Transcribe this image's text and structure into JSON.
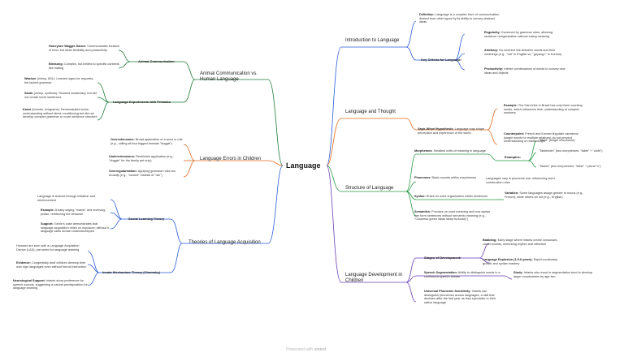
{
  "root": "Language",
  "footer": {
    "prefix": "Presented with",
    "brand": "xmind"
  },
  "colors": {
    "blue": "#2a5bd7",
    "orange": "#e06b1f",
    "green": "#2a9a46",
    "purple": "#6a3fb5",
    "dark_green": "#1f7a3a"
  },
  "branches": {
    "intro": {
      "title": "Introduction to Language",
      "definition": {
        "label": "Definition:",
        "text": "Language is a complex form of communication distinct from other types by its ability to convey abstract ideas"
      },
      "criteria": {
        "title": "Key Criteria for Language:",
        "regularity": {
          "label": "Regularity:",
          "text": "Governed by grammar rules, allowing sentence reorganization without losing meaning"
        },
        "arbitrary": {
          "label": "Arbitrary:",
          "text": "No inherent link between words and their meanings (e.g., \"cat\" in English vs. \"goyang-i\" in Korean)"
        },
        "productivity": {
          "label": "Productivity:",
          "text": "Infinite combinations of words to convey new ideas and objects"
        }
      }
    },
    "thought": {
      "title": "Language and Thought",
      "hypothesis": {
        "label": "Sapir-Whorf Hypothesis:",
        "text": "Language may shape perception and experience of the world"
      },
      "example": {
        "label": "Example:",
        "text": "The Dani tribe in Brazil has only three counting words, which influences their understanding of complex numbers"
      },
      "counterpoint": {
        "label": "Counterpoint:",
        "text": "French and Korean linguistic variations (single words for multiple relatives) do not prevent understanding of relationships"
      }
    },
    "structure": {
      "title": "Structure of Language",
      "morphemes": {
        "label": "Morphemes:",
        "text": "Smallest units of meaning in language"
      },
      "examples_title": "Examples:",
      "examples": [
        "\"Table\" (single morpheme)",
        "\"Tablecloth\" (two morphemes: \"table\" + \"cloth\")",
        "\"Tables\" (two morphemes: \"table\" + plural \"s\")"
      ],
      "phonemes": {
        "label": "Phonemes:",
        "text": "Basic sounds within morphemes"
      },
      "phonemes_note": "Languages vary in phoneme use, influencing word construction rules",
      "syntax": {
        "label": "Syntax:",
        "text": "Rules for word organization within sentences"
      },
      "variation": {
        "label": "Variation:",
        "text": "Some languages assign gender to nouns (e.g., French), while others do not (e.g., English)"
      },
      "semantics": {
        "label": "Semantics:",
        "text": "Focuses on word meaning and how syntax can form sentences without semantic meaning (e.g., \"Colorless green ideas sleep furiously\")"
      }
    },
    "development": {
      "title": "Language Development in Children",
      "stages_title": "Stages of Development:",
      "babbling": {
        "label": "Babbling:",
        "text": "Early stage where infants create consonant-vowel sounds, mimicking rhythm and inflection"
      },
      "explosion": {
        "label": "Language Explosion (1.5-6 years):",
        "text": "Rapid vocabulary growth and syntax mastery"
      },
      "segmentation": {
        "label": "Speech Segmentation:",
        "text": "Ability to distinguish words in a continuous speech stream"
      },
      "study": {
        "label": "Study:",
        "text": "Infants who excel in segmentation tend to develop larger vocabularies by age two"
      },
      "sensitivity": {
        "label": "Universal Phonemic Sensitivity:",
        "text": "Infants can distinguish phonemes across languages, a skill that declines after the first year as they specialize in their native language"
      }
    },
    "animal": {
      "title": "Animal Communication vs. Human Language",
      "comm_title": "Animal Communication",
      "bee": {
        "label": "Honeybee Waggle Dance:",
        "text": "Communicates location of food, but lacks flexibility and productivity"
      },
      "birdsong": {
        "label": "Birdsong:",
        "text": "Complex, but limited to specific contexts like mating"
      },
      "exp_title": "Language Experiments with Primates",
      "washoe": {
        "label": "Washoe",
        "text": "(chimp, ASL): Learned signs for requests, but lacked grammar"
      },
      "sarah": {
        "label": "Sarah",
        "text": "(chimp, symbols): Showed vocabulary, but did not create novel sentences"
      },
      "kanzi": {
        "label": "Kanzi",
        "text": "(bonobo, lexigrams): Demonstrated some understanding without direct conditioning but did not develop complex grammar or novel sentence structure"
      }
    },
    "errors": {
      "title": "Language Errors in Children",
      "over": {
        "label": "Overextensions:",
        "text": "Broad application of a word or rule (e.g., calling all four-legged animals \"doggie\")"
      },
      "under": {
        "label": "Underextensions:",
        "text": "Restrictive application (e.g., \"doggie\" for the family pet only)"
      },
      "overreg": {
        "label": "Overregularization:",
        "text": "Applying grammar rules too broadly (e.g., \"runned\" instead of \"ran\")"
      }
    },
    "acquisition": {
      "title": "Theories of Language Acquisition",
      "social_title": "Social Learning Theory",
      "learned": "Language is learned through imitation and reinforcement",
      "example": {
        "label": "Example:",
        "text": "A baby saying \"mama\" and receiving praise, reinforcing the behavior"
      },
      "support": {
        "label": "Support:",
        "text": "Genie's case demonstrates that language acquisition relies on exposure; without it, language skills remain underdeveloped"
      },
      "innate_title": "Innate Mechanism Theory (Chomsky)",
      "born": "Humans are born with a Language Acquisition Device (LAD), pre-wired for language learning",
      "evidence": {
        "label": "Evidence:",
        "text": "Congenitally deaf children develop their own sign languages even without formal instruction"
      },
      "neuro": {
        "label": "Neurological Support:",
        "text": "Infants show preference for speech sounds, suggesting a natural predisposition for language learning"
      }
    }
  }
}
